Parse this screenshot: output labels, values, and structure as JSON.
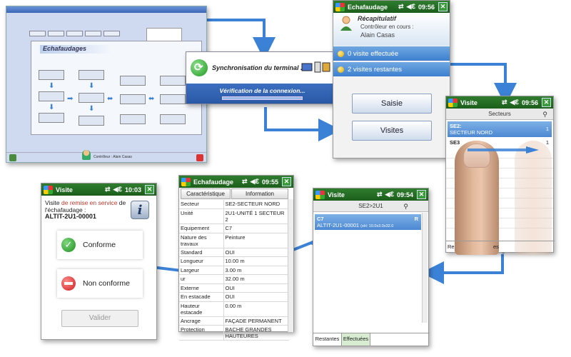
{
  "desktop": {
    "panel_title": "Echafaudages",
    "footer_user": "Contrôleur : Alain Casas"
  },
  "sync": {
    "message": "Synchronisation du terminal ...",
    "status": "Vérification de la connexion..."
  },
  "recap": {
    "bar_title": "Echafaudage",
    "time": "09:56",
    "title": "Récapitulatif",
    "controller_label": "Contrôleur en cours :",
    "controller_name": "Alain Casas",
    "visits_done": "0 visite effectuée",
    "visits_left": "2 visites restantes",
    "btn_saisie": "Saisie",
    "btn_visites": "Visites"
  },
  "sectors": {
    "bar_title": "Visite",
    "time": "09:56",
    "header": "Secteurs",
    "row1_code": "SE2:",
    "row1_name": "SECTEUR NORD",
    "row1_count": "1",
    "row2_code": "SE3",
    "row2_count": "1",
    "tab_left": "Re",
    "tab_right": "es"
  },
  "list": {
    "bar_title": "Visite",
    "time": "09:54",
    "header": "SE2>2U1",
    "item_code": "C7",
    "item_id": "ALTIT-2U1-00001",
    "item_extra": "(sH: 10.0x3.0x32.0",
    "item_flag": "R",
    "tab_restantes": "Restantes",
    "tab_effectuees": "Effectuées"
  },
  "detail": {
    "bar_title": "Echafaudage",
    "time": "09:55",
    "col_key": "Caractéristique",
    "col_val": "Information",
    "rows": [
      {
        "k": "Secteur",
        "v": "SE2-SECTEUR NORD"
      },
      {
        "k": "Unité",
        "v": "2U1-UNITÉ 1 SECTEUR 2"
      },
      {
        "k": "Equipement",
        "v": "C7"
      },
      {
        "k": "Nature des travaux",
        "v": "Peinture"
      },
      {
        "k": "Standard",
        "v": "OUI"
      },
      {
        "k": "Longueur",
        "v": "10.00 m"
      },
      {
        "k": "Largeur",
        "v": "3.00 m"
      },
      {
        "k": "ur",
        "v": "32.00 m"
      },
      {
        "k": "Externe",
        "v": "OUI"
      },
      {
        "k": "En estacade",
        "v": "OUI"
      },
      {
        "k": "Hauteur estacade",
        "v": "0.00 m"
      },
      {
        "k": "Ancrage",
        "v": "FAÇADE PERMANENT"
      },
      {
        "k": "Protection",
        "v": "BACHE GRANDES HAUTEURES"
      }
    ]
  },
  "visit": {
    "bar_title": "Visite",
    "time": "10:03",
    "text_a": "Visite ",
    "text_red": "de remise en service",
    "text_b": " de l'échafaudage :",
    "code": "ALTIT-2U1-00001",
    "info": "i",
    "conforme": "Conforme",
    "non_conforme": "Non conforme",
    "valider": "Valider"
  },
  "colors": {
    "accent": "#3b82d6",
    "titlebar": "#1b5e1b"
  }
}
